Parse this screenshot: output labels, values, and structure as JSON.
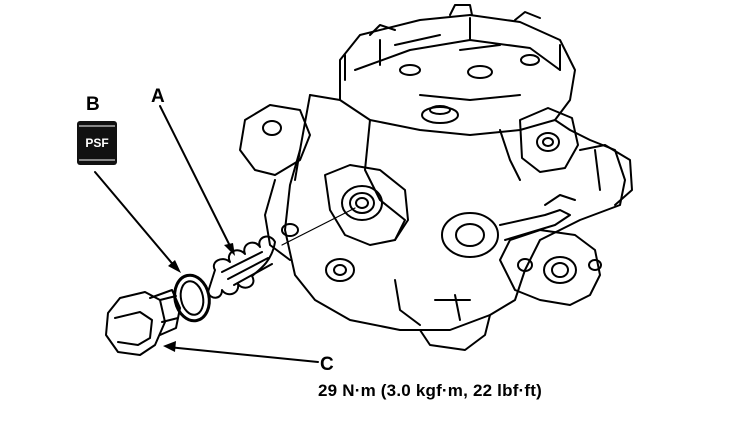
{
  "callouts": {
    "a": "A",
    "b": "B",
    "c": "C"
  },
  "psf_badge": "PSF",
  "torque_spec": "29 N·m (3.0 kgf·m, 22 lbf·ft)",
  "colors": {
    "ink": "#000000",
    "paper": "#ffffff",
    "badge": "#111111"
  }
}
